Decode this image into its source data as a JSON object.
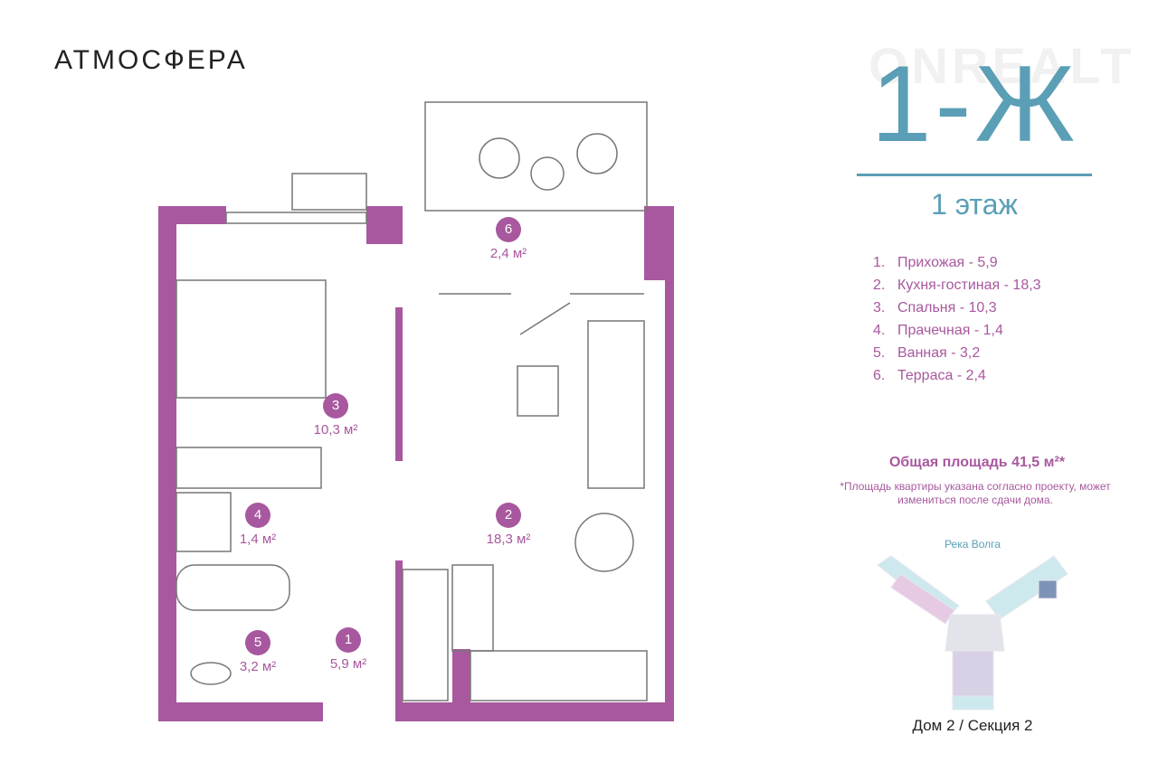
{
  "brand": "АТМОСФЕРА",
  "watermark": "ONREALT",
  "apartment_code": "1-Ж",
  "floor": "1 этаж",
  "rooms": [
    {
      "num": "1.",
      "label": "Прихожая - 5,9"
    },
    {
      "num": "2.",
      "label": "Кухня-гостиная - 18,3"
    },
    {
      "num": "3.",
      "label": "Спальня - 10,3"
    },
    {
      "num": "4.",
      "label": "Прачечная - 1,4"
    },
    {
      "num": "5.",
      "label": "Ванная - 3,2"
    },
    {
      "num": "6.",
      "label": "Терраса - 2,4"
    }
  ],
  "plan_labels": [
    {
      "num": "1",
      "area": "5,9 м²"
    },
    {
      "num": "2",
      "area": "18,3 м²"
    },
    {
      "num": "3",
      "area": "10,3 м²"
    },
    {
      "num": "4",
      "area": "1,4 м²"
    },
    {
      "num": "5",
      "area": "3,2 м²"
    },
    {
      "num": "6",
      "area": "2,4 м²"
    }
  ],
  "total_area": "Общая площадь 41,5 м²*",
  "note": "*Площадь квартиры указана согласно проекту, может измениться после сдачи дома.",
  "river": "Река Волга",
  "house": "Дом 2 / Секция 2",
  "colors": {
    "wall": "#a8589e",
    "accent": "#5a9fb6"
  }
}
